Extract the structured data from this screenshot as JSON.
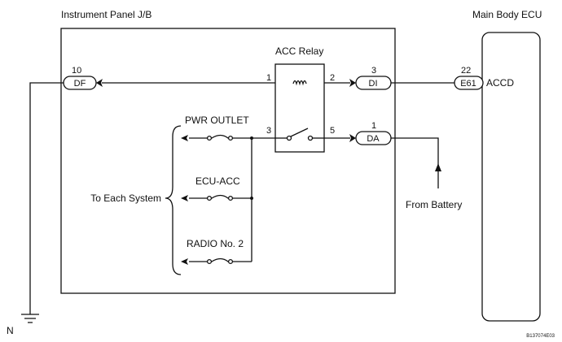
{
  "diagram": {
    "jb_label": "Instrument Panel J/B",
    "ecu_label": "Main Body ECU",
    "relay_label": "ACC Relay",
    "relay_pins": {
      "p1": "1",
      "p2": "2",
      "p3": "3",
      "p5": "5"
    },
    "connectors": {
      "df": {
        "pin": "10",
        "code": "DF"
      },
      "di": {
        "pin": "3",
        "code": "DI"
      },
      "da": {
        "pin": "1",
        "code": "DA"
      },
      "e61": {
        "pin": "22",
        "code": "E61"
      }
    },
    "ecu_terminal": "ACCD",
    "outputs": {
      "pwr_outlet": "PWR OUTLET",
      "ecu_acc": "ECU-ACC",
      "radio": "RADIO No. 2"
    },
    "to_each_system": "To Each System",
    "from_battery": "From Battery",
    "ground_label": "N",
    "figure_id": "B137074E03"
  }
}
